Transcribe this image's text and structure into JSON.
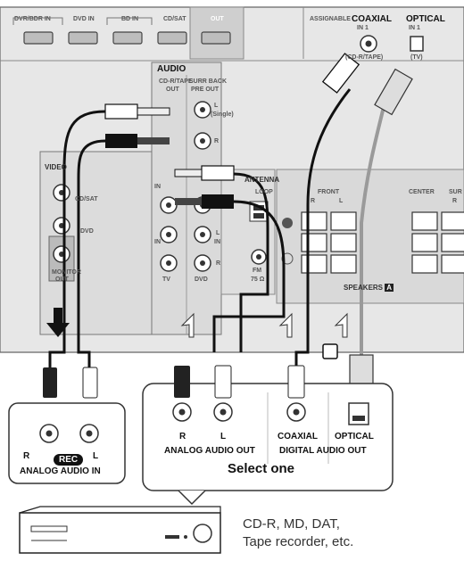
{
  "hdmi_inputs": [
    "DVR/BDR IN",
    "DVD IN",
    "BD IN",
    "CD/SAT",
    "OUT"
  ],
  "assignable": "ASSIGNABLE",
  "coaxial": {
    "title": "COAXIAL",
    "input": "IN 1",
    "sub": "(CD-R/TAPE)"
  },
  "optical": {
    "title": "OPTICAL",
    "input": "IN 1",
    "sub": "(TV)"
  },
  "audio_section": {
    "title": "AUDIO",
    "cdr_tape_out": [
      "CD-R/TAPE",
      "OUT"
    ],
    "surr_back": [
      "SURR BACK",
      "PRE OUT"
    ],
    "l_single": [
      "L",
      "(Single)"
    ],
    "r": "R",
    "in": "IN",
    "tv": "TV",
    "dvd": "DVD",
    "l": "L"
  },
  "video_section": {
    "title": "VIDEO",
    "cd_sat": "CD/SAT",
    "dvd": "DVD",
    "monitor_out": [
      "MONITOR",
      "OUT"
    ]
  },
  "antenna": {
    "title": "ANTENNA",
    "loop": "LOOP",
    "fm": "FM",
    "ohm": "75 Ω"
  },
  "speakers": {
    "front": "FRONT",
    "center": "CENTER",
    "surr": "SUR",
    "r": "R",
    "l": "L",
    "label": "SPEAKERS",
    "badge": "A"
  },
  "device_panel": {
    "r": "R",
    "rec": "REC",
    "l": "L",
    "caption": "ANALOG AUDIO IN"
  },
  "output_panel": {
    "r": "R",
    "l": "L",
    "analog_caption": "ANALOG AUDIO OUT",
    "coaxial": "COAXIAL",
    "optical": "OPTICAL",
    "digital_caption": "DIGITAL AUDIO OUT",
    "select": "Select one"
  },
  "device_description": [
    "CD-R, MD, DAT,",
    "Tape recorder, etc."
  ],
  "colors": {
    "panel": "#e6e6e6",
    "cable": "#111111",
    "optical_cable": "#9a9a9a",
    "arrow_fill": "#ffffff"
  }
}
